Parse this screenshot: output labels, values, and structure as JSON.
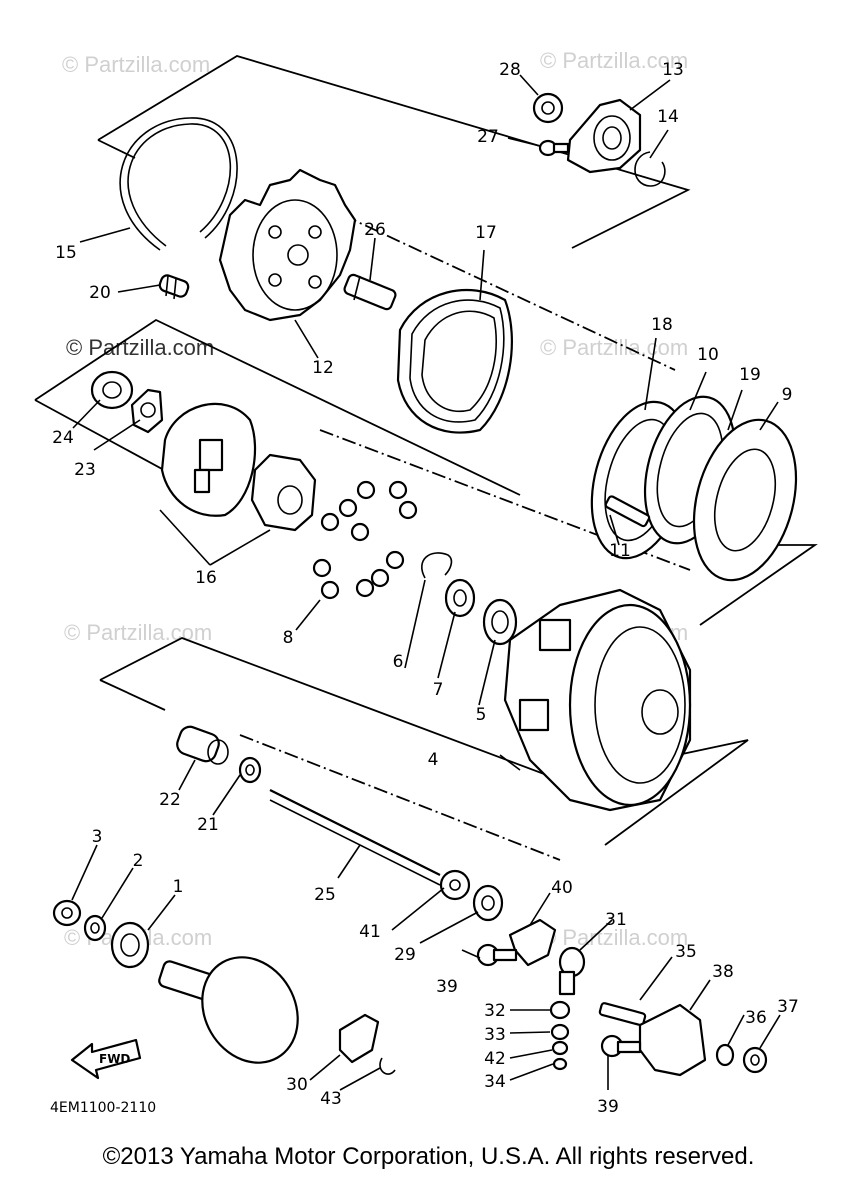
{
  "watermark": "© Partzilla.com",
  "diagram_code": "4EM1100-2110",
  "fwd_label": "FWD",
  "copyright": "©2013 Yamaha Motor Corporation, U.S.A. All rights reserved.",
  "callouts": [
    "1",
    "2",
    "3",
    "4",
    "5",
    "6",
    "7",
    "8",
    "9",
    "10",
    "11",
    "12",
    "13",
    "14",
    "15",
    "16",
    "17",
    "18",
    "19",
    "20",
    "21",
    "22",
    "23",
    "24",
    "25",
    "26",
    "27",
    "28",
    "29",
    "30",
    "31",
    "32",
    "33",
    "34",
    "35",
    "36",
    "37",
    "38",
    "39",
    "39",
    "40",
    "41",
    "42",
    "43"
  ]
}
